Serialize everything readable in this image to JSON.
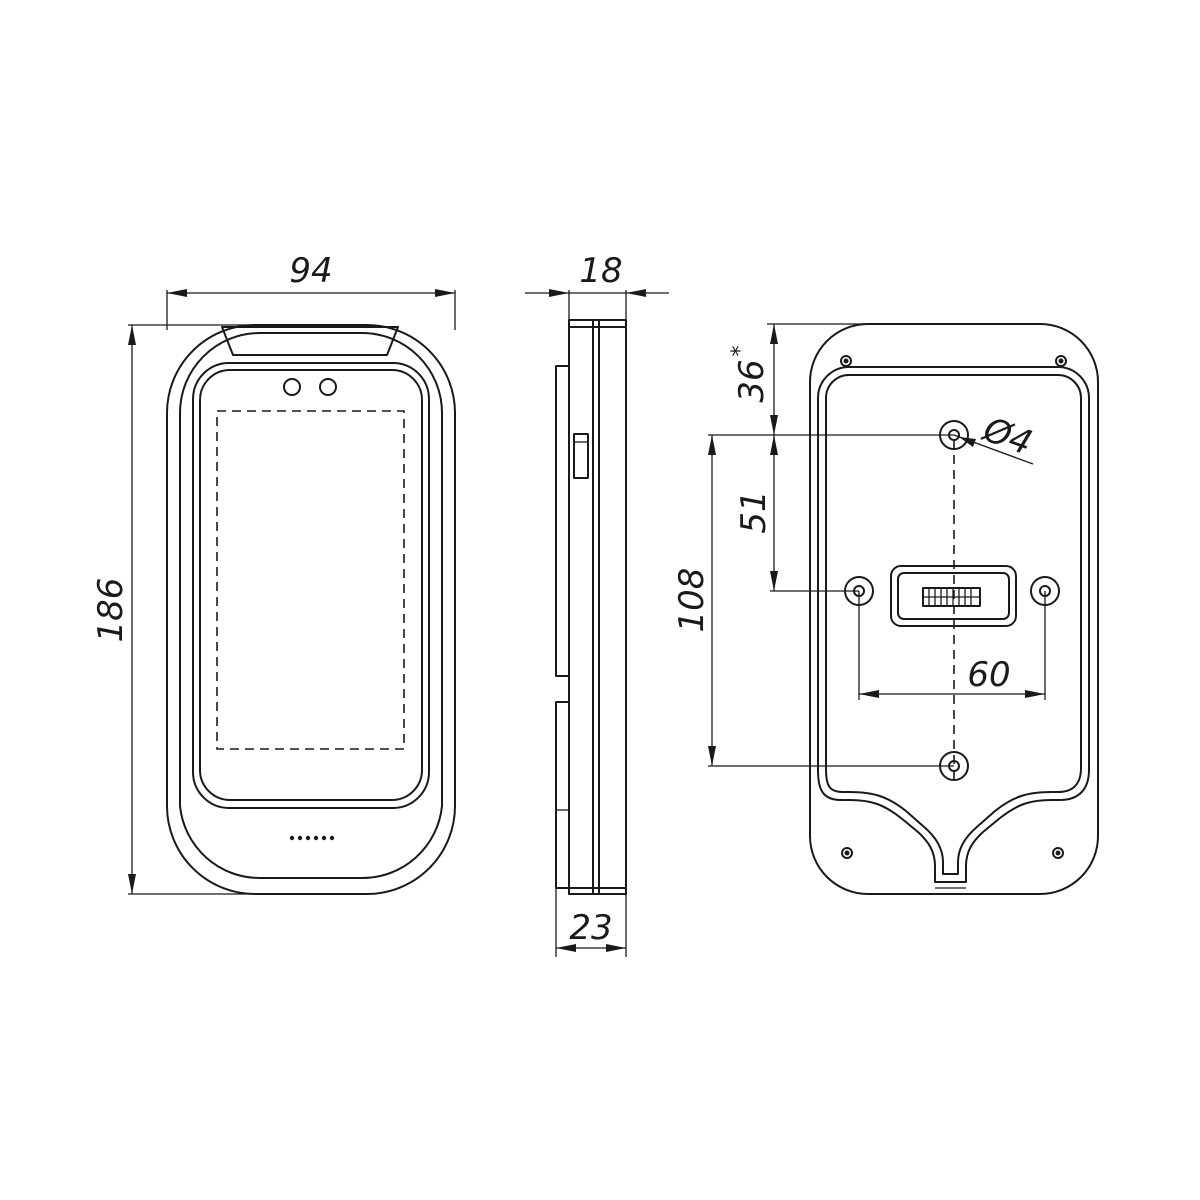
{
  "dimensions": {
    "front_width": "94",
    "front_height": "186",
    "side_depth_top": "18",
    "side_depth_bottom": "23",
    "rear_top_offset": "36",
    "rear_top_offset_mark": "*",
    "rear_upper_spacing": "51",
    "rear_vertical_spacing": "108",
    "rear_horizontal_spacing": "60",
    "hole_diameter": "Ø4"
  }
}
